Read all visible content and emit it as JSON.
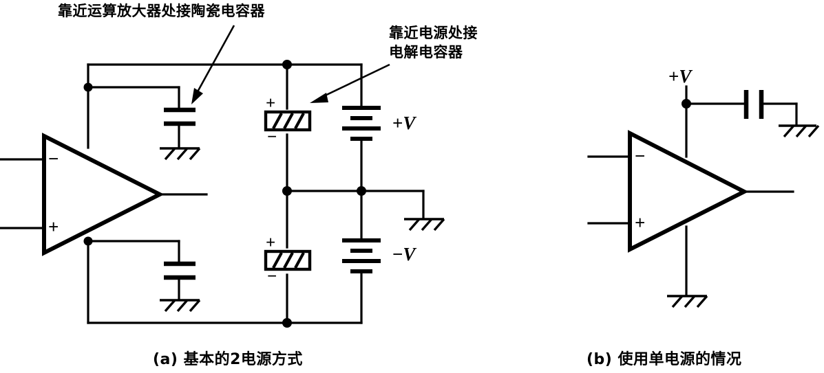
{
  "figure": {
    "title_a": "(a) 基本的2电源方式",
    "title_b": "(b) 使用单电源的情况",
    "annotations": {
      "ceramic": "靠近运算放大器处接陶瓷电容器",
      "electrolytic_line1": "靠近电源处接",
      "electrolytic_line2": "电解电容器"
    },
    "labels": {
      "inverting": "−",
      "noninverting": "+",
      "cap_plus": "+",
      "cap_minus": "−",
      "supply_pos_sign": "+",
      "supply_pos_value": "V",
      "supply_neg_sign": "−",
      "supply_neg_value": "V"
    },
    "colors": {
      "ink": "#000000",
      "background": "#ffffff"
    }
  },
  "panel_a": {
    "name": "dual-supply-circuit",
    "opamp": {
      "inverting_label": "−",
      "noninverting_label": "+"
    },
    "ceramic_caps": [
      {
        "id": "ceramic-cap-top",
        "position": "upper"
      },
      {
        "id": "ceramic-cap-bottom",
        "position": "lower"
      }
    ],
    "electrolytic_caps": [
      {
        "id": "electrolytic-cap-top",
        "plus": "+",
        "minus": "−"
      },
      {
        "id": "electrolytic-cap-bottom",
        "plus": "+",
        "minus": "−"
      }
    ],
    "batteries": [
      {
        "id": "battery-positive",
        "label_sign": "+",
        "label_value": "V"
      },
      {
        "id": "battery-negative",
        "label_sign": "−",
        "label_value": "V"
      }
    ],
    "grounds": [
      "ground-ceramic-top",
      "ground-ceramic-bottom",
      "ground-supply-mid"
    ]
  },
  "panel_b": {
    "name": "single-supply-circuit",
    "opamp": {
      "inverting_label": "−",
      "noninverting_label": "+"
    },
    "supply": {
      "label_sign": "+",
      "label_value": "V"
    },
    "bypass_cap": {
      "id": "bypass-cap"
    },
    "grounds": [
      "ground-bypass-cap",
      "ground-opamp-negative-rail"
    ]
  }
}
